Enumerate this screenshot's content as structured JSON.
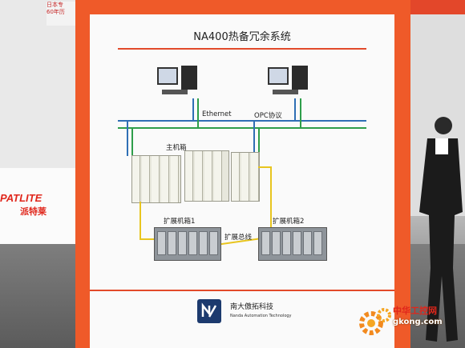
{
  "poster": {
    "title": "NA400热备冗余系统",
    "ethernet_label": "Ethernet",
    "opc_label": "OPC协议",
    "main_rack_label": "主机箱",
    "exp_rack1_label": "扩展机箱1",
    "exp_rack2_label": "扩展机箱2",
    "exp_bus_label": "扩展总线",
    "company_cn": "南大傲拓科技",
    "company_en": "Nanda Automation Technology"
  },
  "background": {
    "booth_sign_line1": "日本专",
    "booth_sign_line2": "60年历",
    "patlite_en": "PATLITE",
    "patlite_cn": "派特莱"
  },
  "watermark": {
    "cn": "中华工控网",
    "url": "gkong.com",
    "icon": "gear-icon"
  },
  "colors": {
    "board_orange": "#ef5a29",
    "rule_red": "#e24a2a",
    "wire_blue": "#2f6fb5",
    "wire_green": "#2e9e4a",
    "wire_yellow": "#e8c51f"
  }
}
